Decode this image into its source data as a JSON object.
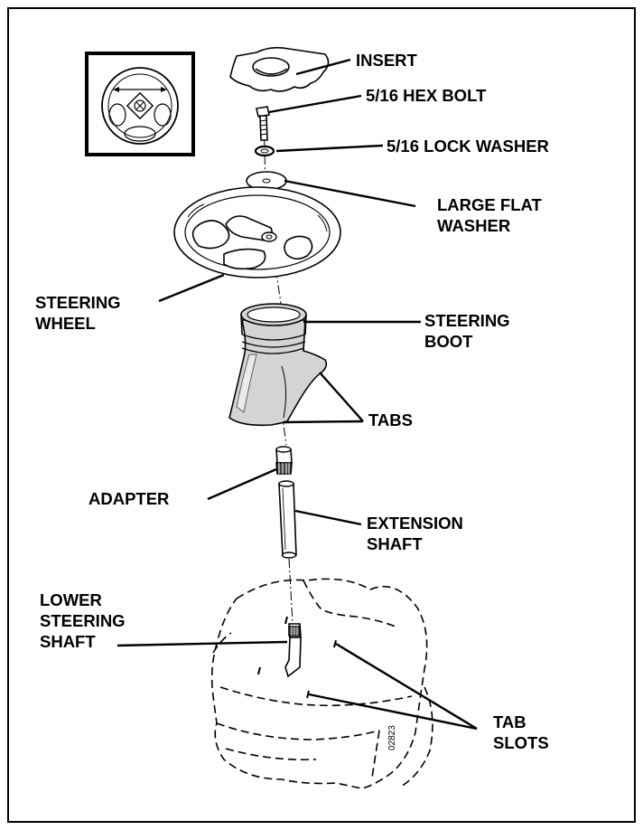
{
  "figure_id": "02823",
  "labels": {
    "insert": "INSERT",
    "hex_bolt": "5/16 HEX BOLT",
    "lock_washer": "5/16 LOCK WASHER",
    "flat_washer_1": "LARGE FLAT",
    "flat_washer_2": "WASHER",
    "steering_wheel_1": "STEERING",
    "steering_wheel_2": "WHEEL",
    "steering_boot_1": "STEERING",
    "steering_boot_2": "BOOT",
    "tabs": "TABS",
    "adapter": "ADAPTER",
    "extension_shaft_1": "EXTENSION",
    "extension_shaft_2": "SHAFT",
    "lower_shaft_1": "LOWER",
    "lower_shaft_2": "STEERING",
    "lower_shaft_3": "SHAFT",
    "tab_slots_1": "TAB",
    "tab_slots_2": "SLOTS"
  },
  "colors": {
    "boot_fill": "#d4d4d4",
    "line": "#000000",
    "background": "#ffffff"
  }
}
